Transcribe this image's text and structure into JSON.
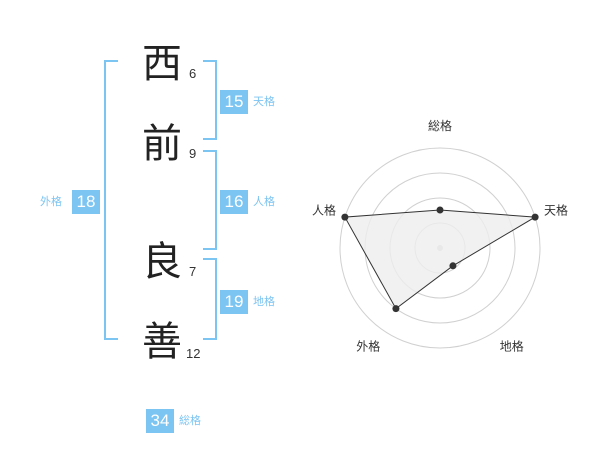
{
  "colors": {
    "accent": "#7cc4f2",
    "bracket": "#7cc4f2",
    "text": "#222222",
    "radar_grid": "#d0d0d0",
    "radar_fill": "#eeeeee",
    "radar_line": "#333333"
  },
  "name": {
    "chars": [
      {
        "char": "西",
        "strokes": "6"
      },
      {
        "char": "前",
        "strokes": "9"
      },
      {
        "char": "良",
        "strokes": "7"
      },
      {
        "char": "善",
        "strokes": "12"
      }
    ]
  },
  "kakusu": {
    "tenkaku": {
      "value": "15",
      "label": "天格"
    },
    "jinkaku": {
      "value": "16",
      "label": "人格"
    },
    "chikaku": {
      "value": "19",
      "label": "地格"
    },
    "gaikaku": {
      "value": "18",
      "label": "外格"
    },
    "soukaku": {
      "value": "34",
      "label": "総格"
    }
  },
  "chart_data": {
    "type": "radar",
    "axes": [
      "総格",
      "天格",
      "地格",
      "外格",
      "人格"
    ],
    "values": [
      0.38,
      1.0,
      0.22,
      0.75,
      1.0
    ],
    "max": 1.0,
    "rings": 4
  }
}
